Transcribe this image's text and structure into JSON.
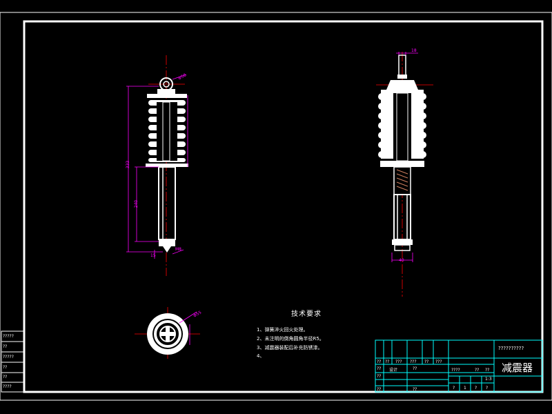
{
  "drawing": {
    "title_block": {
      "part_name": "减震器",
      "top_label": "??????????",
      "header_cells": [
        "??",
        "??",
        "???",
        "???",
        "??",
        "???"
      ],
      "row_designer": [
        "??",
        "设计"
      ],
      "row_check": [
        "??"
      ],
      "row_approve": [
        "??"
      ],
      "scale_cells": [
        "????",
        "??",
        "??"
      ],
      "scale_value": "1:3",
      "sheet_cells": [
        "?",
        "1",
        "?",
        "?"
      ],
      "extra": [
        "??",
        "??"
      ]
    },
    "tech_requirements": {
      "title": "技术要求",
      "items": [
        "1、弹簧淬火回火处理。",
        "2、未注明的倒角圆角半径R5。",
        "3、减震器装配后补充防锈漆。",
        "4、"
      ]
    },
    "dimensions": {
      "front_total": "333",
      "front_lower": "240",
      "front_top_dia": "Φ58",
      "front_bottom": "M8",
      "front_small": "15",
      "side_top": "18",
      "side_bottom": "40",
      "bottom_dia": "Φ55"
    },
    "side_labels": [
      "?????",
      "??",
      "?????",
      "??",
      "??",
      "????"
    ],
    "colors": {
      "frame": "#ffffff",
      "part": "#ffffff",
      "dimension": "#ff00ff",
      "centerline": "#ff0000",
      "titleblock": "#00ffff",
      "hatch": "#d08060"
    }
  }
}
